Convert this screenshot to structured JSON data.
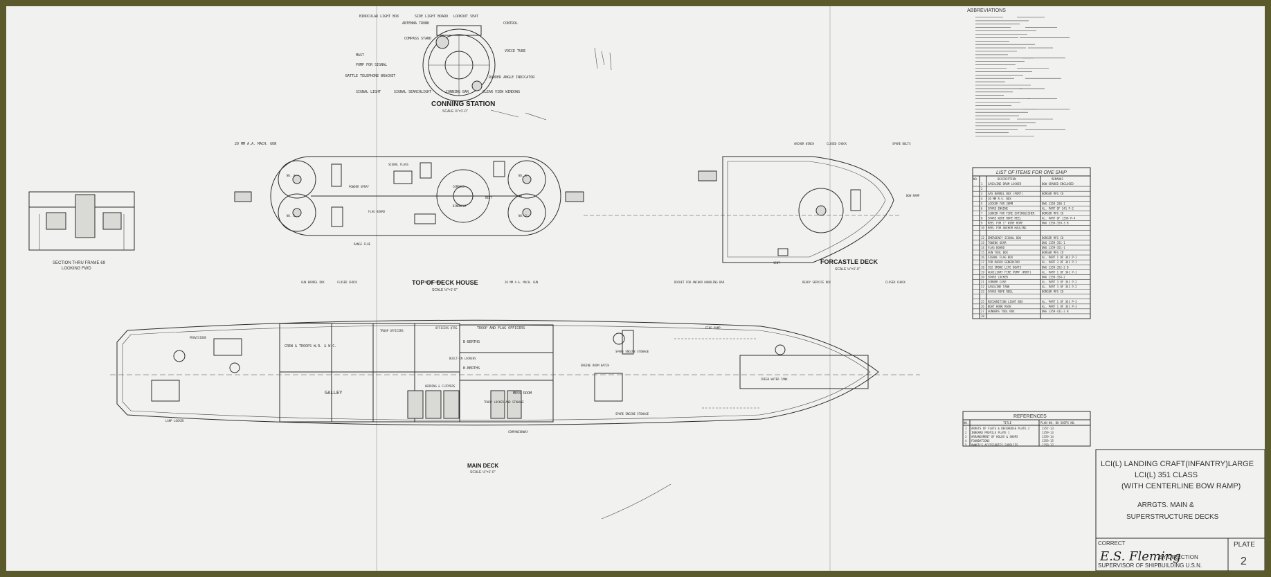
{
  "abbreviations": {
    "title": "ABBREVIATIONS"
  },
  "conning_station": {
    "title": "CONNING STATION",
    "scale": "SCALE ⅛\"=1'-0\"",
    "callouts": [
      "BINOCULAR LIGHT BOX",
      "SIDE LIGHT BOARD",
      "LOOKOUT SEAT",
      "CONTROL",
      "ANTENNA TRUNK",
      "VOICE TUBE",
      "MAST",
      "PUMP FOR SIGNAL",
      "BATTLE TELEPHONE BRACKET",
      "COMPASS STAND",
      "RUDDER ANGLE INDICATOR",
      "SIGNAL LIGHT",
      "CLEAR VIEW WINDOWS",
      "SIGNAL SEARCHLIGHT",
      "CONNING BAR"
    ]
  },
  "deck_house": {
    "title": "TOP OF DECK HOUSE",
    "scale": "SCALE ⅛\"=1'-0\"",
    "labels": [
      "20 MM A.A. MACH. GUN",
      "NO. 4",
      "NO. 3",
      "NO. 1",
      "NO. 2",
      "NO. 5",
      "FLAG BOARD",
      "RANGE FLUE",
      "POWDER SPRAY",
      "SIGNAL FLAGS",
      "PILOT HOUSE",
      "GUN BARREL BOX",
      "CLOSED CHOCK",
      "20 MM A.A. MACH. GUN",
      "REST",
      "COMPASS",
      "BINNACLE"
    ]
  },
  "section": {
    "title": "SECTION THRU FRAME 69",
    "subtitle": "LOOKING FWD"
  },
  "forecastle": {
    "title": "FORCASTLE DECK",
    "scale": "SCALE ⅛\"=1'-0\"",
    "labels": [
      "ANCHOR WINCH",
      "CLOSED CHOCK",
      "SPARE BOLTS",
      "VENT",
      "BOW RAMP",
      "DOCKET FOR ANCHOR HANDLING BAR",
      "READY SERVICE BOX",
      "CLOSED CHOCK"
    ]
  },
  "main_deck": {
    "title": "MAIN DECK",
    "scale": "SCALE ⅛\"=1'-0\"",
    "labels": [
      "CREW & TROOPS W.R. & W.C.",
      "GALLEY",
      "TROOP AND FLAG OFFICERS",
      "B-BERTHS",
      "B-BERTHS",
      "SPARE ENGINE STOWAGE",
      "SPARE ENGINE STOWAGE",
      "HERRING & CLIPPERS",
      "MESS ROOM",
      "BUILT-IN LOCKERS",
      "TROOP LOCKER AND STOWAGE",
      "TROOP OFFICERS",
      "OFFICERS QTRS.",
      "ENGINE ROOM HATCH",
      "COMPANIONWAY",
      "PROVISIONS",
      "LAMP LOCKER",
      "FIRE PUMP",
      "FRESH WATER TANK"
    ]
  },
  "items_list": {
    "title": "LIST OF ITEMS FOR ONE SHIP",
    "headers": [
      "NO.",
      "DESCRIPTION",
      "REMARKS"
    ],
    "rows": [
      [
        "1",
        "GASOLINE DRUM LOCKER",
        "BOW GRADED ENCLOSED"
      ],
      [
        "2",
        "",
        ""
      ],
      [
        "3",
        "GAS BARREL BOX (PORT)",
        "BORGER MFG CO"
      ],
      [
        "4",
        "20 MM R.S. BOX",
        ""
      ],
      [
        "5",
        "LOCKER FOR 20MM",
        "DWG 1359-280-1"
      ],
      [
        "6",
        "SPARE ENGINE",
        "AL. PART OF 341 P-2"
      ],
      [
        "7",
        "LOOKER FOR FIRE EXTINGUISHER",
        "BORGER MFG CO"
      ],
      [
        "8",
        "SPARE WIRE ROPE REEL",
        "AL. PART OF 1358 P-4"
      ],
      [
        "9",
        "REEL FOR 1\" WIRE ROPE",
        "DWG 1359-359-3 B"
      ],
      [
        "10",
        "REEL FOR ANCHOR HAULING",
        ""
      ],
      [
        "",
        ""
      ],
      [
        "12",
        "EMERGENCY SIGNAL BOX",
        "BORGER MFG CO"
      ],
      [
        "13",
        "TOWING GEAR",
        "DWG 1359-351-1"
      ],
      [
        "14",
        "FLAG BOARD",
        "DWG 1359-351-1"
      ],
      [
        "15",
        "GUN TOOL BOX",
        "BORGER MFG CO"
      ],
      [
        "16",
        "SIGNAL FLAG BOX",
        "AL. PART 1 OF 341 P-1"
      ],
      [
        "17",
        "FOR RADIO GENERATOR",
        "AL. PART 3 OF 341 P-1"
      ],
      [
        "18",
        "CO2 SMOKE LIFE BOATS",
        "DWG 1359-352-2 B"
      ],
      [
        "19",
        "AUXILIARY FIRE PUMP (PORT)",
        "AL. PART 1 OF 341 P-1"
      ],
      [
        "20",
        "SPARE LOCKER",
        "DWG 1359-354-2"
      ],
      [
        "21",
        "CORNER CASE",
        "AL. PART 3 OF 341 P-2"
      ],
      [
        "22",
        "GASOLINE TANK",
        "AL. PART 3 OF 341 P-2"
      ],
      [
        "23",
        "SPARE ROPE REEL",
        "BORGER MFG CO"
      ],
      [
        "",
        ""
      ],
      [
        "25",
        "RECOGNITION LIGHT BOX",
        "AL. PART 1 OF 341 P-3"
      ],
      [
        "26",
        "BOAT HOOK RACK",
        "AL. PART 1 OF 341 P-3"
      ],
      [
        "27",
        "GUNNERS TOOL BOX",
        "DWG 1359-411-2 B"
      ],
      [
        "28",
        "",
        ""
      ]
    ]
  },
  "references": {
    "title": "REFERENCES",
    "headers": [
      "NO.",
      "TITLE",
      "PLAN NO. BU SHIPS NO."
    ],
    "rows": [
      [
        "1",
        "ARRGTS OF FLATS & DECKHOUSE PLATE 2",
        "1357-13"
      ],
      [
        "2",
        "INBOARD PROFILE PLATE 1",
        "1359-13"
      ],
      [
        "3",
        "ARRANGEMENT OF HOLDS & SHOPS",
        "1359-14"
      ],
      [
        "4",
        "FOUNDATIONS",
        "1359-15"
      ],
      [
        "5",
        "OWNER'S ACCESSORIES SUPPLIES",
        "1359-17"
      ]
    ]
  },
  "title_block": {
    "line1": "LCI(L) LANDING CRAFT(INFANTRY)LARGE",
    "line2": "LCI(L) 351 CLASS",
    "line3": "(WITH CENTERLINE BOW RAMP)",
    "line4": "ARRGTS. MAIN &",
    "line5": "SUPERSTRUCTURE DECKS",
    "correct_label": "CORRECT",
    "plate_label": "PLATE",
    "plate_number": "2",
    "signature": "E.S. Fleming",
    "by_direction": "BY DIRECTION",
    "supervisor": "SUPERVISOR OF SHIPBUILDING U.S.N."
  }
}
